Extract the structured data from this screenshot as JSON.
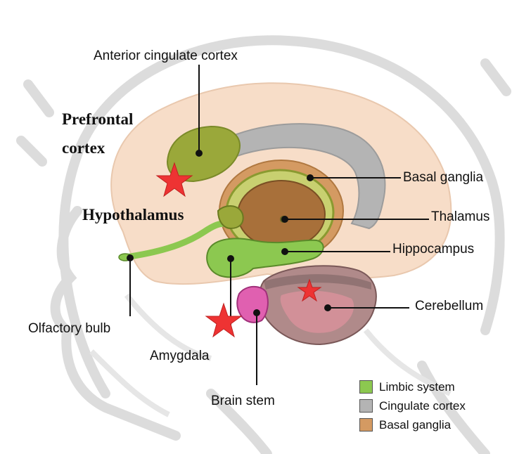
{
  "labels": {
    "anterior_cingulate": "Anterior cingulate cortex",
    "prefrontal_line1": "Prefrontal",
    "prefrontal_line2": "cortex",
    "basal_ganglia": "Basal ganglia",
    "hypothalamus": "Hypothalamus",
    "thalamus": "Thalamus",
    "hippocampus": "Hippocampus",
    "cerebellum": "Cerebellum",
    "olfactory_bulb": "Olfactory bulb",
    "amygdala": "Amygdala",
    "brain_stem": "Brain stem"
  },
  "legend": [
    {
      "label": "Limbic  system",
      "color": "#8cc850"
    },
    {
      "label": "Cingulate cortex",
      "color": "#b4b4b4"
    },
    {
      "label": "Basal ganglia",
      "color": "#d49a62"
    }
  ],
  "colors": {
    "head_outline": "#d6d6d6",
    "brain_fill": "#f7ddc8",
    "cingulate": "#b4b4b4",
    "anterior_cingulate": "#9aa83a",
    "limbic": "#8cc850",
    "basal_ganglia": "#d49a62",
    "thalamus": "#a8703a",
    "cerebellum": "#b08a8a",
    "brain_stem": "#e060b0",
    "star": "#ee3333"
  }
}
